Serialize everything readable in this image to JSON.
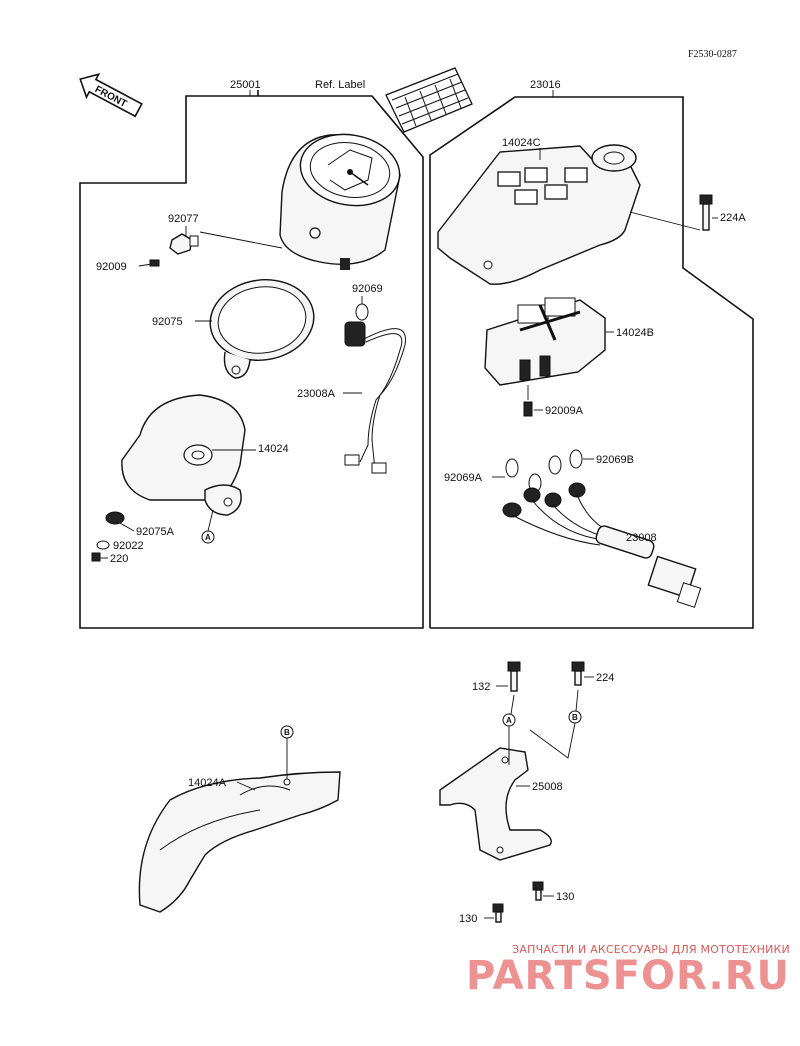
{
  "drawing_code": "F2530-0287",
  "front_arrow": "FRONT",
  "ref_label": "Ref. Label",
  "parts": {
    "p25001": "25001",
    "p23016": "23016",
    "p14024C": "14024C",
    "p224A": "224A",
    "p92077": "92077",
    "p92009": "92009",
    "p92069": "92069",
    "p92075": "92075",
    "p23008A": "23008A",
    "p14024": "14024",
    "p92075A": "92075A",
    "p92022": "92022",
    "p220": "220",
    "p14024B": "14024B",
    "p92009A": "92009A",
    "p92069A": "92069A",
    "p92069B": "92069B",
    "p23008": "23008",
    "p132": "132",
    "p224": "224",
    "p25008": "25008",
    "p14024A": "14024A",
    "p130a": "130",
    "p130b": "130"
  },
  "markers": {
    "a": "A",
    "b": "B"
  },
  "watermark": {
    "tagline": "ЗАПЧАСТИ И АКСЕССУАРЫ ДЛЯ МОТОТЕХНИКИ",
    "brand": "PARTSFOR.RU"
  },
  "colors": {
    "ink": "#111111",
    "watermark": "#e04a4a"
  }
}
